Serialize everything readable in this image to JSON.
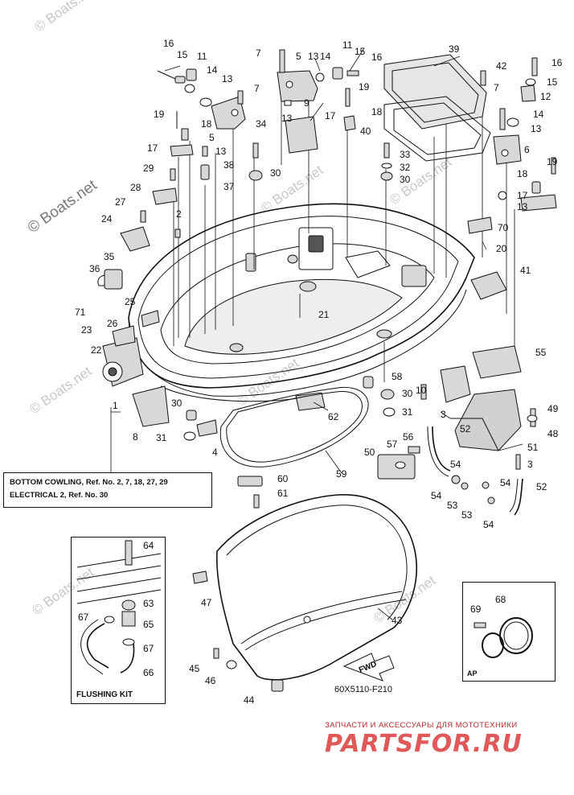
{
  "diagram": {
    "code": "60X5110-F210",
    "watermark": "© Boats.net",
    "note_lines": [
      "BOTTOM COWLING, Ref. No. 2, 7, 18, 27, 29",
      "ELECTRICAL 2,   Ref. No. 30"
    ],
    "flushing_kit_title": "FLUSHING KIT",
    "ap_title": "AP",
    "fwd_label": "FWD",
    "shop_subtitle": "ЗАПЧАСТИ И АКСЕССУАРЫ ДЛЯ МОТОТЕХНИКИ",
    "shop_logo": "PARTSFOR.RU"
  },
  "callouts": [
    {
      "id": "c16a",
      "n": "16"
    },
    {
      "id": "c15a",
      "n": "15"
    },
    {
      "id": "c11a",
      "n": "11"
    },
    {
      "id": "c14a",
      "n": "14"
    },
    {
      "id": "c13a",
      "n": "13"
    },
    {
      "id": "c7a",
      "n": "7"
    },
    {
      "id": "c19a",
      "n": "19"
    },
    {
      "id": "c18a",
      "n": "18"
    },
    {
      "id": "c5a",
      "n": "5"
    },
    {
      "id": "c13b",
      "n": "13"
    },
    {
      "id": "c17a",
      "n": "17"
    },
    {
      "id": "c38",
      "n": "38"
    },
    {
      "id": "c29",
      "n": "29"
    },
    {
      "id": "c37",
      "n": "37"
    },
    {
      "id": "c28",
      "n": "28"
    },
    {
      "id": "c2",
      "n": "2"
    },
    {
      "id": "c27",
      "n": "27"
    },
    {
      "id": "c24",
      "n": "24"
    },
    {
      "id": "c36",
      "n": "36"
    },
    {
      "id": "c35",
      "n": "35"
    },
    {
      "id": "c71",
      "n": "71"
    },
    {
      "id": "c25",
      "n": "25"
    },
    {
      "id": "c23",
      "n": "23"
    },
    {
      "id": "c26",
      "n": "26"
    },
    {
      "id": "c22",
      "n": "22"
    },
    {
      "id": "c1",
      "n": "1"
    },
    {
      "id": "c8",
      "n": "8"
    },
    {
      "id": "c31a",
      "n": "31"
    },
    {
      "id": "c30a",
      "n": "30"
    },
    {
      "id": "c4",
      "n": "4"
    },
    {
      "id": "c7b",
      "n": "7"
    },
    {
      "id": "c5b",
      "n": "5"
    },
    {
      "id": "c13c",
      "n": "13"
    },
    {
      "id": "c14b",
      "n": "14"
    },
    {
      "id": "c11b",
      "n": "11"
    },
    {
      "id": "c15b",
      "n": "15"
    },
    {
      "id": "c16b",
      "n": "16"
    },
    {
      "id": "c9",
      "n": "9"
    },
    {
      "id": "c19b",
      "n": "19"
    },
    {
      "id": "c13d",
      "n": "13"
    },
    {
      "id": "c17b",
      "n": "17"
    },
    {
      "id": "c18b",
      "n": "18"
    },
    {
      "id": "c34",
      "n": "34"
    },
    {
      "id": "c30b",
      "n": "30"
    },
    {
      "id": "c39",
      "n": "39"
    },
    {
      "id": "c42",
      "n": "42"
    },
    {
      "id": "c16c",
      "n": "16"
    },
    {
      "id": "c15c",
      "n": "15"
    },
    {
      "id": "c12",
      "n": "12"
    },
    {
      "id": "c7c",
      "n": "7"
    },
    {
      "id": "c14c",
      "n": "14"
    },
    {
      "id": "c13e",
      "n": "13"
    },
    {
      "id": "c40",
      "n": "40"
    },
    {
      "id": "c6",
      "n": "6"
    },
    {
      "id": "c19c",
      "n": "19"
    },
    {
      "id": "c18c",
      "n": "18"
    },
    {
      "id": "c17c",
      "n": "17"
    },
    {
      "id": "c13f",
      "n": "13"
    },
    {
      "id": "c33",
      "n": "33"
    },
    {
      "id": "c32",
      "n": "32"
    },
    {
      "id": "c30c",
      "n": "30"
    },
    {
      "id": "c70",
      "n": "70"
    },
    {
      "id": "c20",
      "n": "20"
    },
    {
      "id": "c41",
      "n": "41"
    },
    {
      "id": "c21",
      "n": "21"
    },
    {
      "id": "c55",
      "n": "55"
    },
    {
      "id": "c58",
      "n": "58"
    },
    {
      "id": "c30d",
      "n": "30"
    },
    {
      "id": "c10",
      "n": "10"
    },
    {
      "id": "c3a",
      "n": "3"
    },
    {
      "id": "c62",
      "n": "62"
    },
    {
      "id": "c31b",
      "n": "31"
    },
    {
      "id": "c49",
      "n": "49"
    },
    {
      "id": "c48",
      "n": "48"
    },
    {
      "id": "c52a",
      "n": "52"
    },
    {
      "id": "c51",
      "n": "51"
    },
    {
      "id": "c50",
      "n": "50"
    },
    {
      "id": "c57",
      "n": "57"
    },
    {
      "id": "c56",
      "n": "56"
    },
    {
      "id": "c3b",
      "n": "3"
    },
    {
      "id": "c54a",
      "n": "54"
    },
    {
      "id": "c54b",
      "n": "54"
    },
    {
      "id": "c52b",
      "n": "52"
    },
    {
      "id": "c54c",
      "n": "54"
    },
    {
      "id": "c53a",
      "n": "53"
    },
    {
      "id": "c53b",
      "n": "53"
    },
    {
      "id": "c54d",
      "n": "54"
    },
    {
      "id": "c59",
      "n": "59"
    },
    {
      "id": "c60",
      "n": "60"
    },
    {
      "id": "c61",
      "n": "61"
    },
    {
      "id": "c64",
      "n": "64"
    },
    {
      "id": "c47",
      "n": "47"
    },
    {
      "id": "c63",
      "n": "63"
    },
    {
      "id": "c67a",
      "n": "67"
    },
    {
      "id": "c65",
      "n": "65"
    },
    {
      "id": "c67b",
      "n": "67"
    },
    {
      "id": "c66",
      "n": "66"
    },
    {
      "id": "c43",
      "n": "43"
    },
    {
      "id": "c69",
      "n": "69"
    },
    {
      "id": "c68",
      "n": "68"
    },
    {
      "id": "c45",
      "n": "45"
    },
    {
      "id": "c46",
      "n": "46"
    },
    {
      "id": "c44",
      "n": "44"
    }
  ]
}
